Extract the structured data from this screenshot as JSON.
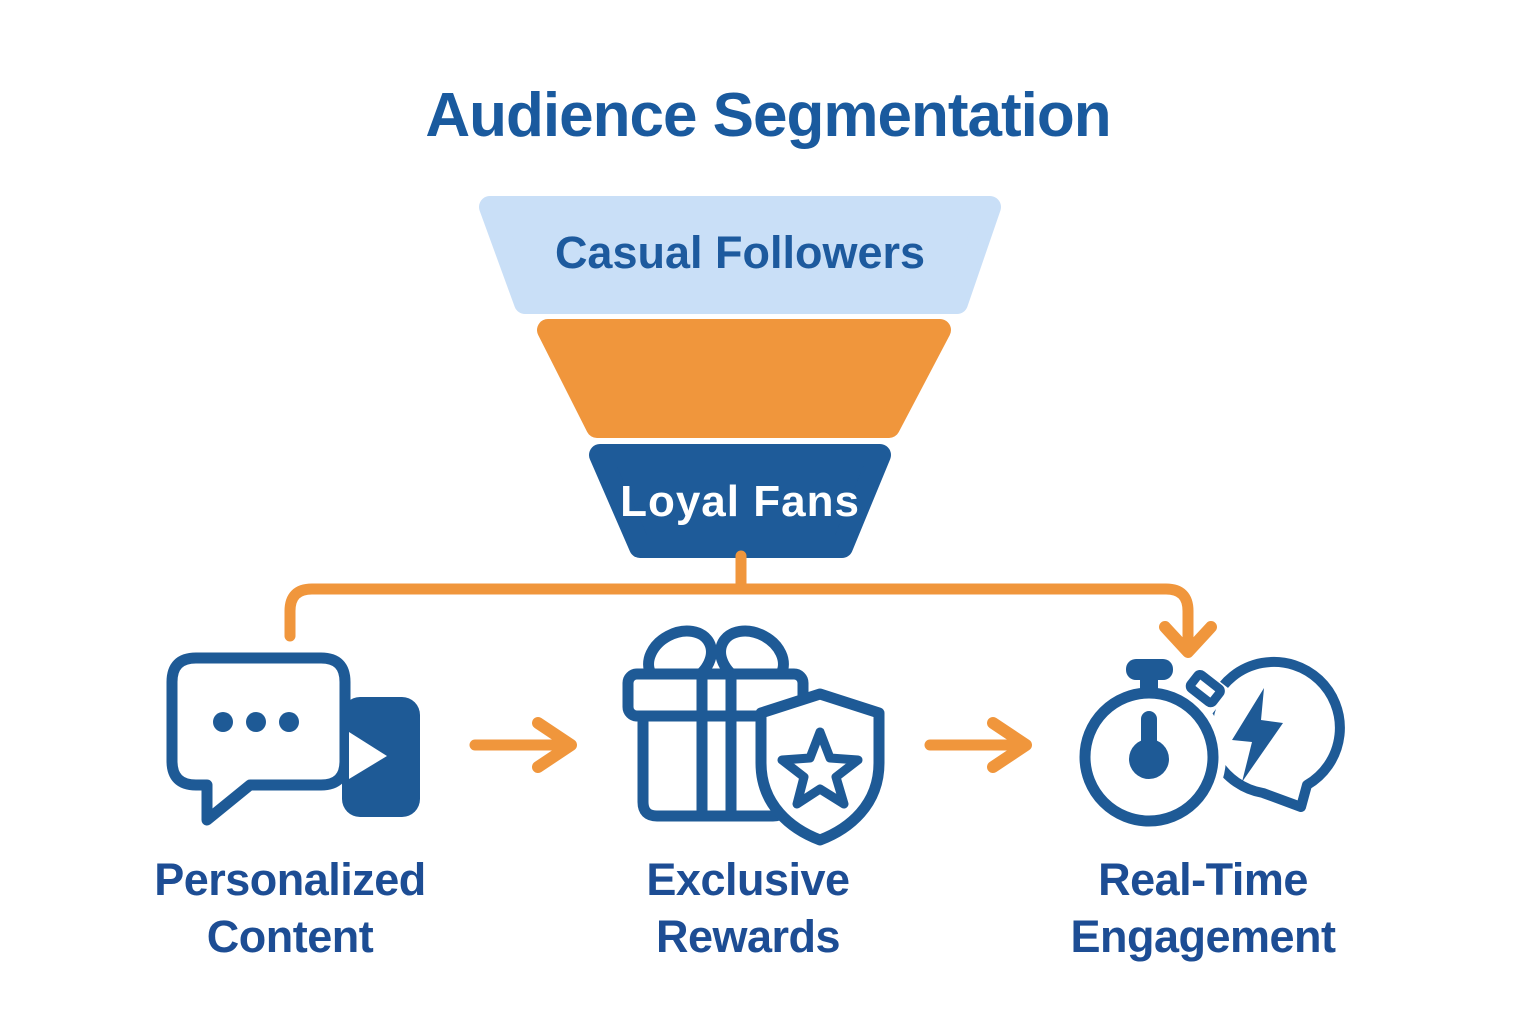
{
  "title": "Audience Segmentation",
  "colors": {
    "background": "#ffffff",
    "title_text": "#1a5a9e",
    "label_text": "#1d4d94",
    "funnel_top": "#c9dff7",
    "funnel_middle": "#f0963c",
    "funnel_bottom": "#1e5b99",
    "funnel_top_text": "#1d5a9e",
    "funnel_bottom_text": "#ffffff",
    "connector": "#f0963c",
    "icon": "#1e5a96"
  },
  "funnel": {
    "segments": [
      {
        "id": "casual-followers",
        "label": "Casual Followers"
      },
      {
        "id": "middle-tier",
        "label": ""
      },
      {
        "id": "loyal-fans",
        "label": "Loyal Fans"
      }
    ]
  },
  "items": [
    {
      "id": "personalized-content",
      "label": "Personalized Content",
      "icon": "chat-play-icon"
    },
    {
      "id": "exclusive-rewards",
      "label": "Exclusive Rewards",
      "icon": "gift-shield-star-icon"
    },
    {
      "id": "real-time-engagement",
      "label": "Real-Time Engagement",
      "icon": "stopwatch-chat-lightning-icon"
    }
  ]
}
